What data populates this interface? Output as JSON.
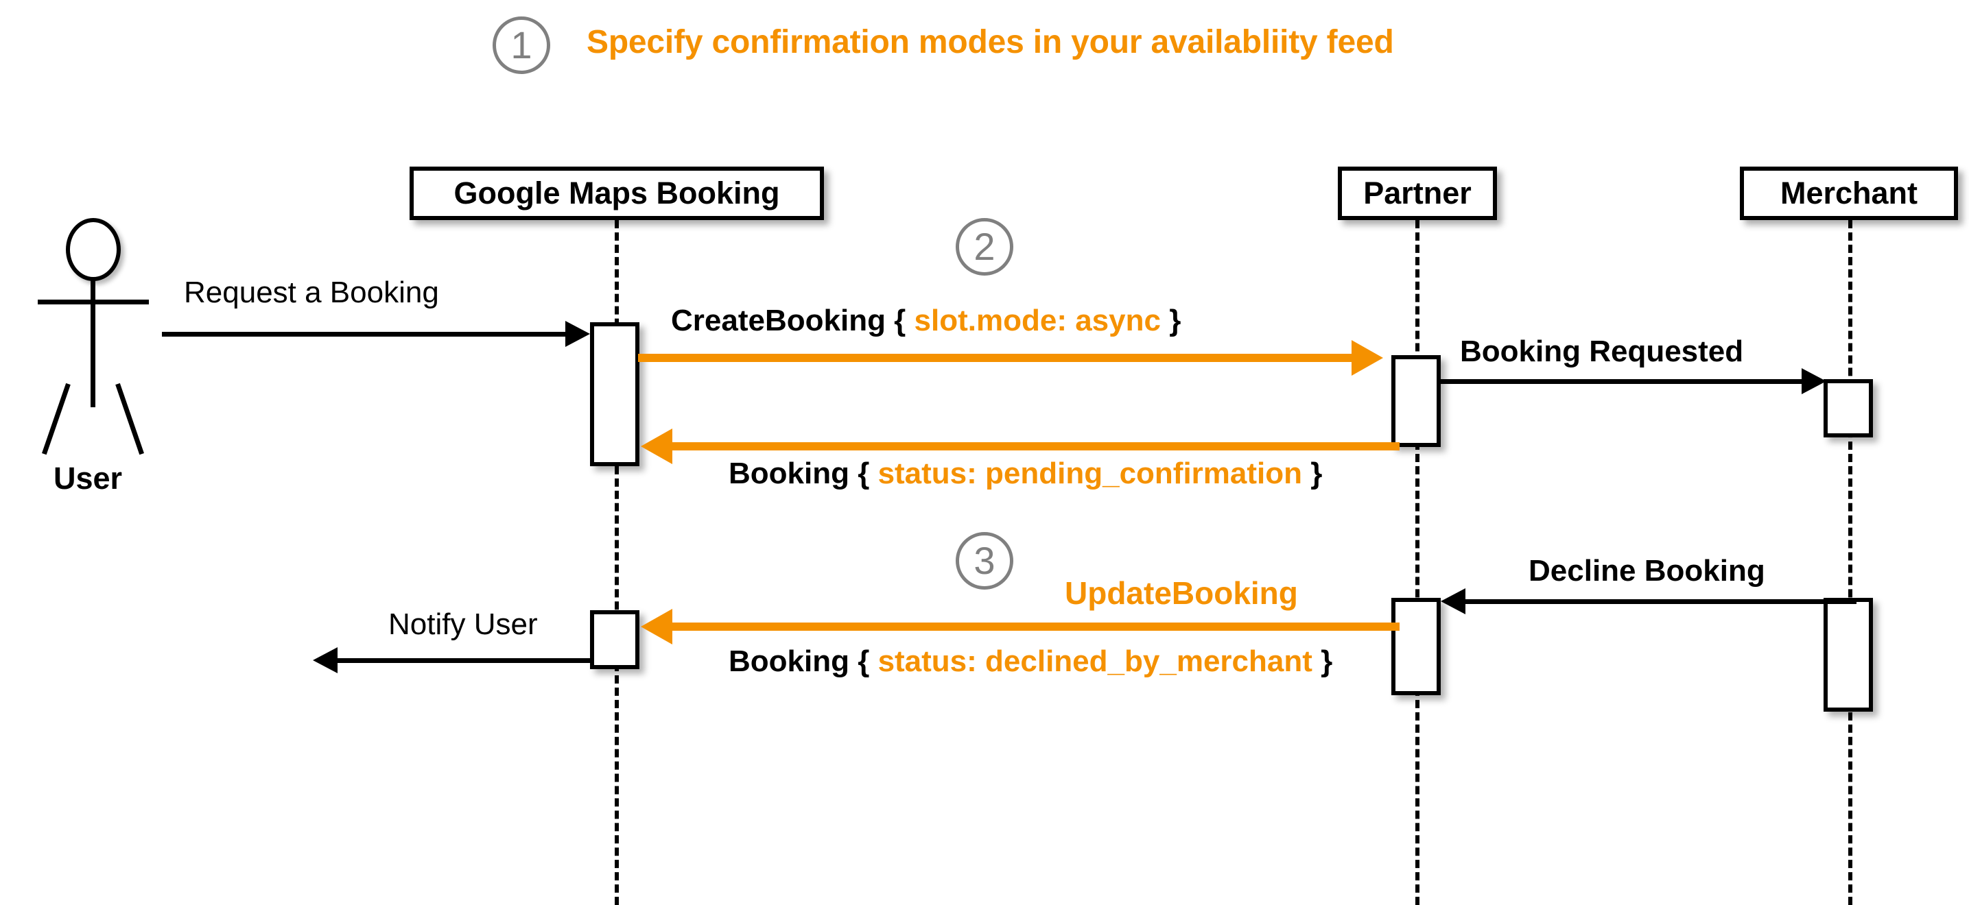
{
  "diagram": {
    "type": "uml-sequence-diagram",
    "title": "Specify confirmation modes in your availabliity feed",
    "accent_color": "#F59100",
    "line_color": "#000000",
    "step_marker_color": "#808080",
    "steps": [
      {
        "number": "1",
        "label": "Specify confirmation modes in your availabliity feed"
      },
      {
        "number": "2",
        "label": ""
      },
      {
        "number": "3",
        "label": ""
      }
    ],
    "actors": [
      {
        "id": "user",
        "name": "User",
        "kind": "stick-figure"
      }
    ],
    "lifelines": [
      {
        "id": "gmb",
        "name": "Google Maps Booking"
      },
      {
        "id": "partner",
        "name": "Partner"
      },
      {
        "id": "merchant",
        "name": "Merchant"
      }
    ],
    "messages": [
      {
        "id": "m1",
        "from": "user",
        "to": "gmb",
        "direction": "right",
        "color": "black",
        "style": "plain",
        "label": "Request a Booking",
        "label_parts": [
          {
            "text": "Request a Booking",
            "color": "black"
          }
        ]
      },
      {
        "id": "m2",
        "from": "gmb",
        "to": "partner",
        "direction": "right",
        "color": "orange",
        "style": "bold",
        "label": "CreateBooking { slot.mode: async }",
        "label_parts": [
          {
            "text": "CreateBooking ",
            "color": "black"
          },
          {
            "text": "{ ",
            "color": "black"
          },
          {
            "text": "slot.mode: async",
            "color": "orange"
          },
          {
            "text": " }",
            "color": "black"
          }
        ]
      },
      {
        "id": "m3",
        "from": "partner",
        "to": "merchant",
        "direction": "right",
        "color": "black",
        "style": "bold",
        "label": "Booking Requested",
        "label_parts": [
          {
            "text": "Booking Requested",
            "color": "black"
          }
        ]
      },
      {
        "id": "m4",
        "from": "partner",
        "to": "gmb",
        "direction": "left",
        "color": "orange",
        "style": "bold",
        "label": "Booking { status: pending_confirmation }",
        "label_parts": [
          {
            "text": "Booking ",
            "color": "black"
          },
          {
            "text": "{ ",
            "color": "black"
          },
          {
            "text": "status: pending_confirmation",
            "color": "orange"
          },
          {
            "text": " }",
            "color": "black"
          }
        ]
      },
      {
        "id": "m5",
        "from": "merchant",
        "to": "partner",
        "direction": "left",
        "color": "black",
        "style": "bold",
        "label": "Decline Booking",
        "label_parts": [
          {
            "text": "Decline Booking",
            "color": "black"
          }
        ]
      },
      {
        "id": "m6",
        "from": "partner",
        "to": "gmb",
        "direction": "left",
        "color": "orange",
        "style": "bold",
        "label_above": "UpdateBooking",
        "label": "Booking { status: declined_by_merchant }",
        "label_parts": [
          {
            "text": "Booking ",
            "color": "black"
          },
          {
            "text": "{ ",
            "color": "black"
          },
          {
            "text": "status: declined_by_merchant",
            "color": "orange"
          },
          {
            "text": " }",
            "color": "black"
          }
        ]
      },
      {
        "id": "m7",
        "from": "gmb",
        "to": "user",
        "direction": "left",
        "color": "black",
        "style": "plain",
        "label": "Notify User",
        "label_parts": [
          {
            "text": "Notify User",
            "color": "black"
          }
        ]
      }
    ]
  }
}
